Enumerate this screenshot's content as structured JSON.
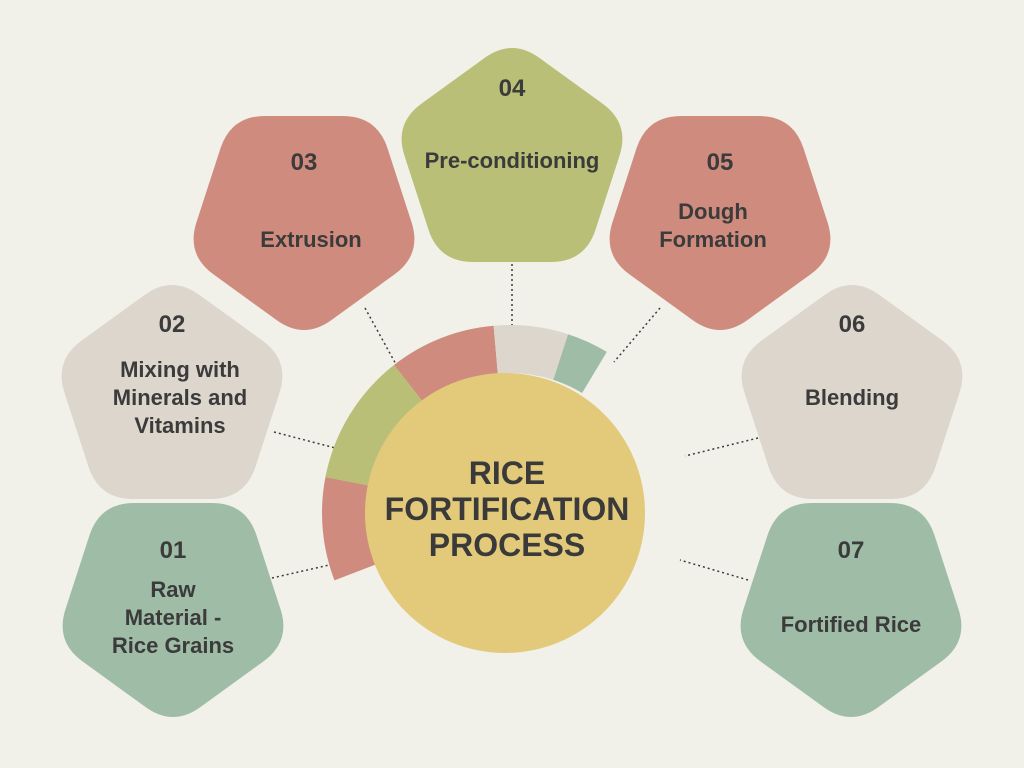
{
  "title": [
    "RICE",
    "FORTIFICATION",
    "PROCESS"
  ],
  "colors": {
    "background": "#f1f1ea",
    "center": "#e3ca7b",
    "green": "#9fbca6",
    "beige": "#ddd6cd",
    "rose": "#cf8c7e",
    "olive": "#b9bf76",
    "text": "#3b3b3b"
  },
  "steps": [
    {
      "number": "01",
      "label": [
        "Raw",
        "Material -",
        "Rice Grains"
      ],
      "color": "#9fbca6"
    },
    {
      "number": "02",
      "label": [
        "Mixing with",
        "Minerals  and",
        "Vitamins"
      ],
      "color": "#ddd6cd"
    },
    {
      "number": "03",
      "label": [
        "Extrusion"
      ],
      "color": "#cf8c7e"
    },
    {
      "number": "04",
      "label": [
        "Pre-conditioning"
      ],
      "color": "#b9bf76"
    },
    {
      "number": "05",
      "label": [
        "Dough",
        "Formation"
      ],
      "color": "#cf8c7e"
    },
    {
      "number": "06",
      "label": [
        "Blending"
      ],
      "color": "#ddd6cd"
    },
    {
      "number": "07",
      "label": [
        "Fortified Rice"
      ],
      "color": "#9fbca6"
    }
  ]
}
